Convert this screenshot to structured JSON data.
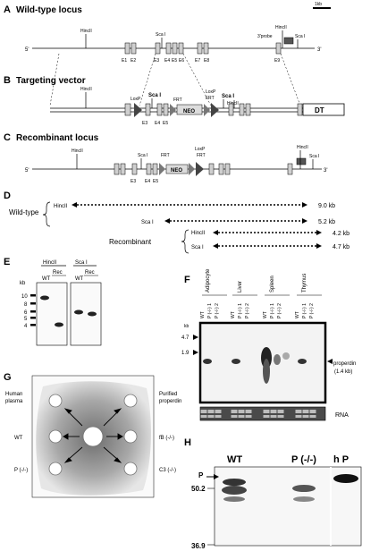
{
  "panelA": {
    "letter": "A",
    "title": "Wild-type locus",
    "scalebar": "1kb",
    "five": "5'",
    "three": "3'",
    "hincll": "HincII",
    "scai": "Sca I",
    "probe": "3'probe",
    "exons": [
      "E1",
      "E2",
      "E3",
      "E4",
      "E5",
      "E6",
      "E7",
      "E8",
      "E9"
    ]
  },
  "panelB": {
    "letter": "B",
    "title": "Targeting vector",
    "hincll": "HincII",
    "loxp": "LoxP",
    "scai": "Sca I",
    "frt": "FRT",
    "neo": "NEO",
    "dt": "DT",
    "e3": "E3",
    "e4": "E4",
    "e5": "E5"
  },
  "panelC": {
    "letter": "C",
    "title": "Recombinant locus",
    "five": "5'",
    "three": "3'",
    "hincll": "HincII",
    "scai": "Sca I",
    "loxp": "LoxP",
    "frt": "FRT",
    "neo": "NEO",
    "e3": "E3",
    "e4": "E4",
    "e5": "E5"
  },
  "panelD": {
    "letter": "D",
    "wt": "Wild-type",
    "rec": "Recombinant",
    "hincll": "HincII",
    "scai": "Sca I",
    "wt_hinc": "9.0 kb",
    "wt_sca": "5.2 kb",
    "rec_hinc": "4.2 kb",
    "rec_sca": "4.7 kb"
  },
  "panelE": {
    "letter": "E",
    "hincll": "HincII",
    "scai": "Sca I",
    "wt": "WT",
    "rec": "Rec",
    "kb": "kb",
    "markers": [
      "10",
      "8",
      "6",
      "5",
      "4"
    ]
  },
  "panelF": {
    "letter": "F",
    "tissues": [
      "Adipocyte",
      "Liver",
      "Spleen",
      "Thymus"
    ],
    "lanes": [
      "WT",
      "P (-/-) 1",
      "P (-/-) 2"
    ],
    "kb": "kb",
    "m1": "4.7",
    "m2": "1.9",
    "band": "properdin",
    "band_size": "(1.4 kb)",
    "rna": "RNA"
  },
  "panelG": {
    "letter": "G",
    "human": "Human",
    "plasma": "plasma",
    "purified": "Purified",
    "properdin": "properdin",
    "wt": "WT",
    "fb": "fB (-/-)",
    "p": "P (-/-)",
    "c3": "C3 (-/-)"
  },
  "panelH": {
    "letter": "H",
    "wt": "WT",
    "pko": "P  (-/-)",
    "hp": "h P",
    "p": "P",
    "m1": "50.2",
    "m2": "36.9"
  }
}
